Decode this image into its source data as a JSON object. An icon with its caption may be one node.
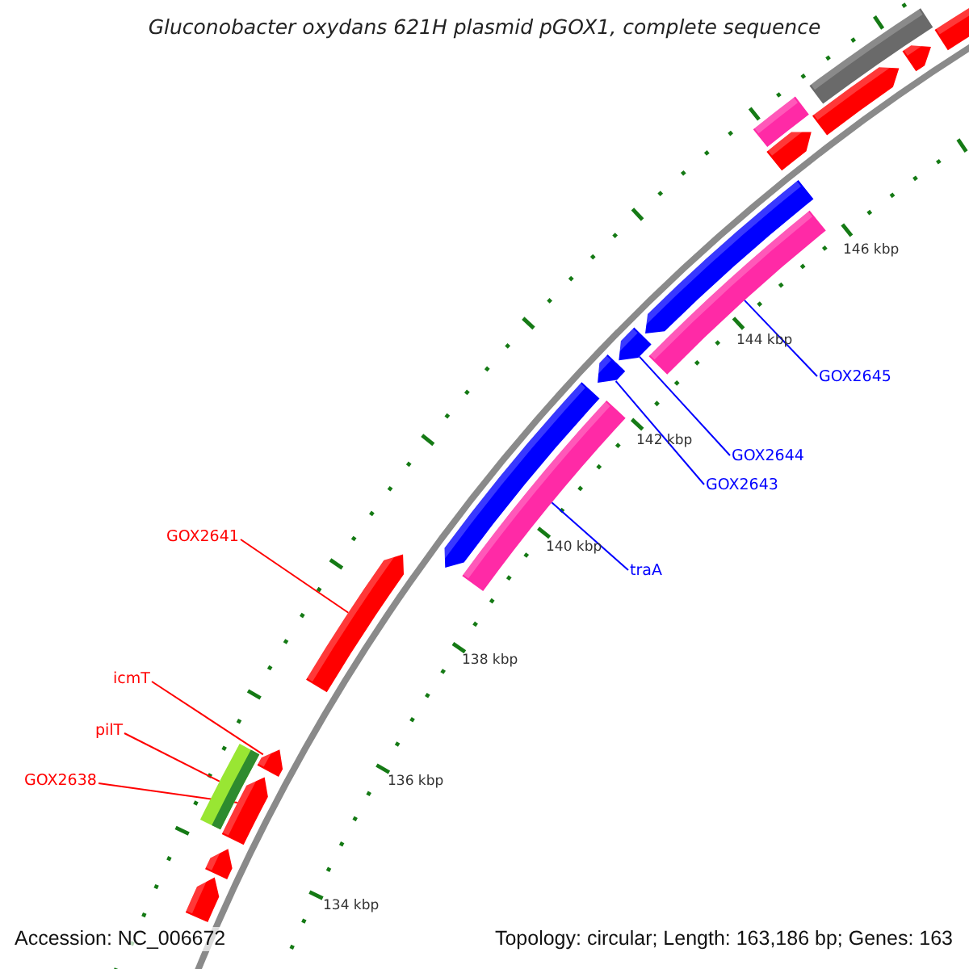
{
  "diagram": {
    "title": "Gluconobacter oxydans 621H plasmid pGOX1, complete sequence",
    "nodes": [
      {
        "text": [
          "GOX2641"
        ]
      },
      {
        "text": [
          "icmT"
        ]
      },
      {
        "text": [
          "pilT"
        ]
      },
      {
        "text": [
          "GOX2638"
        ]
      },
      {
        "text": [
          "traA"
        ]
      },
      {
        "text": [
          "GOX2643"
        ]
      },
      {
        "text": [
          "GOX2644"
        ]
      },
      {
        "text": [
          "GOX2645"
        ]
      },
      {
        "text": [],
        "shape": "pentagon"
      },
      {
        "text": [],
        "shape": "pentagon"
      },
      {
        "text": [],
        "shape": "pentagon"
      },
      {
        "text": [],
        "shape": "pentagon"
      },
      {
        "text": [],
        "shape": "bar"
      },
      {
        "text": [],
        "shape": "pentagon"
      },
      {
        "text": [],
        "shape": "pentagon"
      },
      {
        "text": [],
        "shape": "bar"
      },
      {
        "text": [],
        "shape": "pentagon"
      },
      {
        "text": [],
        "shape": "pentagon"
      },
      {
        "text": [],
        "shape": "pentagon"
      },
      {
        "text": [],
        "shape": "bar"
      },
      {
        "text": [],
        "shape": "bar"
      },
      {
        "text": [],
        "shape": "pentagon"
      },
      {
        "text": [],
        "shape": "bar"
      },
      {
        "text": [],
        "shape": "pentagon"
      },
      {
        "text": [],
        "shape": "pentagon"
      },
      {
        "text": [],
        "shape": "pentagon"
      }
    ],
    "edges": [
      {
        "from": 0,
        "to": 13,
        "arrow": "none"
      },
      {
        "from": 1,
        "to": 11,
        "arrow": "none"
      },
      {
        "from": 2,
        "to": 12,
        "arrow": "none"
      },
      {
        "from": 3,
        "to": 10,
        "arrow": "none"
      },
      {
        "from": 4,
        "to": 15,
        "arrow": "none",
        "color": "#0000ff"
      },
      {
        "from": 5,
        "to": 16,
        "arrow": "none",
        "color": "#0000ff"
      },
      {
        "from": 6,
        "to": 17,
        "arrow": "none",
        "color": "#0000ff"
      },
      {
        "from": 7,
        "to": 19,
        "arrow": "none",
        "color": "#0000ff"
      }
    ],
    "labels": [
      "146 kbp",
      "144 kbp",
      "142 kbp",
      "140 kbp",
      "138 kbp",
      "136 kbp",
      "134 kbp",
      "Accession: NC_006672",
      "Topology: circular; Length: 163,186 bp; Genes: 163"
    ]
  }
}
